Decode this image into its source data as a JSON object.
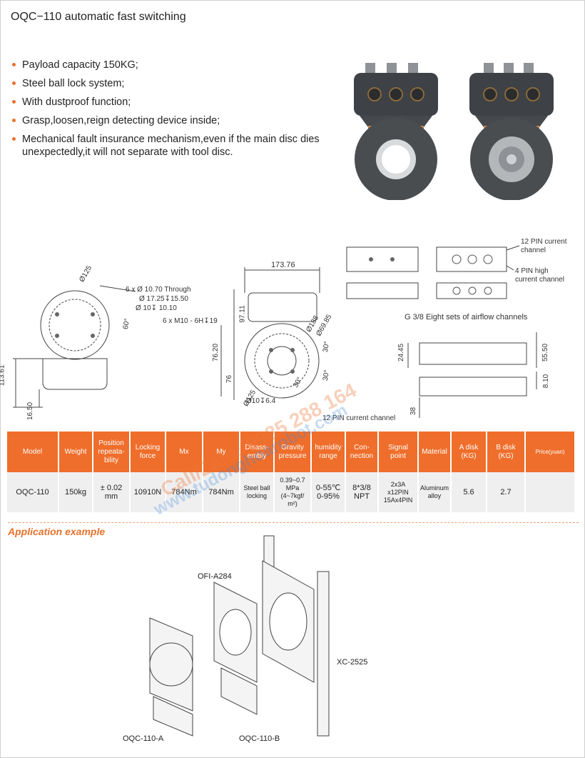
{
  "page_title": "OQC−110 automatic fast switching",
  "features": [
    "Payload capacity 150KG;",
    "Steel ball lock system;",
    "With dustproof function;",
    "Grasp,loosen,reign detecting device inside;",
    "Mechanical fault insurance mechanism,even if the main disc dies unexpectedly,it will not separate with tool disc."
  ],
  "drawing_labels": {
    "d125_top": "Ø125",
    "holes_through": "6 x Ø 10.70 Through",
    "cbore": "Ø 17.25↧15.50",
    "d10": "Ø 10↧ 10.10",
    "m10": "6 x  M10 - 6H↧19",
    "dim_6": "60°",
    "h113": "113.61",
    "h16": "16.50",
    "w173": "173.76",
    "h97": "97.11",
    "h76_20": "76.20",
    "h76": "76",
    "d188": "Ø188",
    "d69": "Ø69.85",
    "d125_b": "Ø125",
    "d10_64": "Ø10↧6.4",
    "ang30a": "30°",
    "ang30b": "30°",
    "ang30c": "30°",
    "pin12_a": "12 PIN current",
    "pin12_b": "channel",
    "pin4_a": "4 PIN high",
    "pin4_b": "current channel",
    "g38": "G 3/8 Eight sets of airflow channels",
    "h24": "24.45",
    "h55": "55.50",
    "h8": "8.10",
    "h38": "38",
    "pin12_bottom": "12 PIN current channel"
  },
  "table": {
    "headers": [
      "Model",
      "Weight",
      "Position repeata-bility",
      "Locking force",
      "Mx",
      "My",
      "Disass-embly",
      "Gravity pressure",
      "humidity range",
      "Con-nection",
      "Signal point",
      "Material",
      "A disk (KG)",
      "B disk (KG)",
      "Price(yuan)"
    ],
    "row": [
      "OQC-110",
      "150kg",
      "± 0.02 mm",
      "10910N",
      "784Nm",
      "784Nm",
      "Steel ball locking",
      "0.39~0.7 MPa (4~7kgf/ m²)",
      "0-55℃ 0-95%",
      "8*3/8 NPT",
      "2x3A x12PIN 15Ax4PIN",
      "Aluminum alloy",
      "5.6",
      "2.7",
      ""
    ]
  },
  "app_title": "Application example",
  "app_labels": {
    "ofi": "OFI-A284",
    "xc": "XC-2525",
    "a": "OQC-110-A",
    "b": "OQC-110-B"
  },
  "watermark": {
    "line1": "Call/Zalo: 0985 288 164",
    "line2": "www.tudonghoarobot.com"
  },
  "colors": {
    "accent": "#ef6e2b",
    "table_row": "#efefef",
    "device": "#4a4d50"
  }
}
